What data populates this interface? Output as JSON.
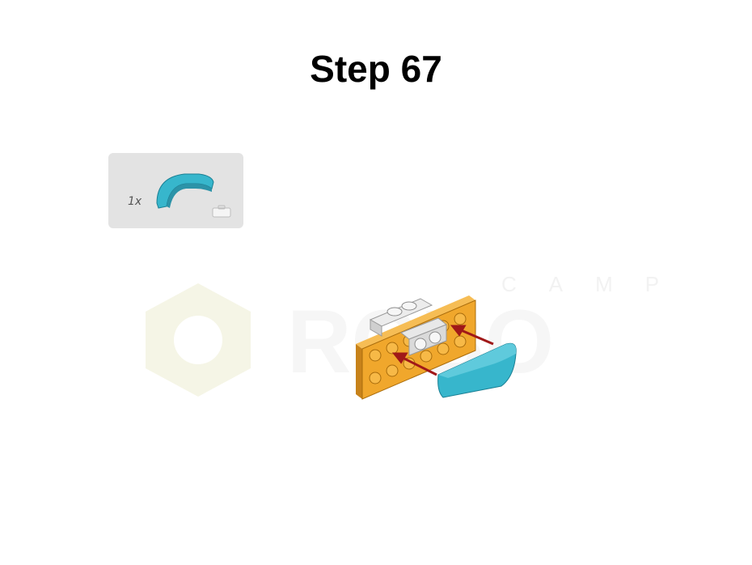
{
  "step": {
    "title": "Step 67"
  },
  "parts_list": {
    "items": [
      {
        "quantity": "1x",
        "part": "curved-slope-tile-icon",
        "color": "#37b6cc"
      }
    ],
    "icon": "case-icon"
  },
  "watermark": {
    "text": "ROBO CAMP",
    "color": "#f4f4ee"
  },
  "colors": {
    "plate": "#f0a72c",
    "bracket": "#dadada",
    "curved_tile": "#37b6cc",
    "arrow": "#a01818",
    "parts_box": "#e3e3e3"
  }
}
